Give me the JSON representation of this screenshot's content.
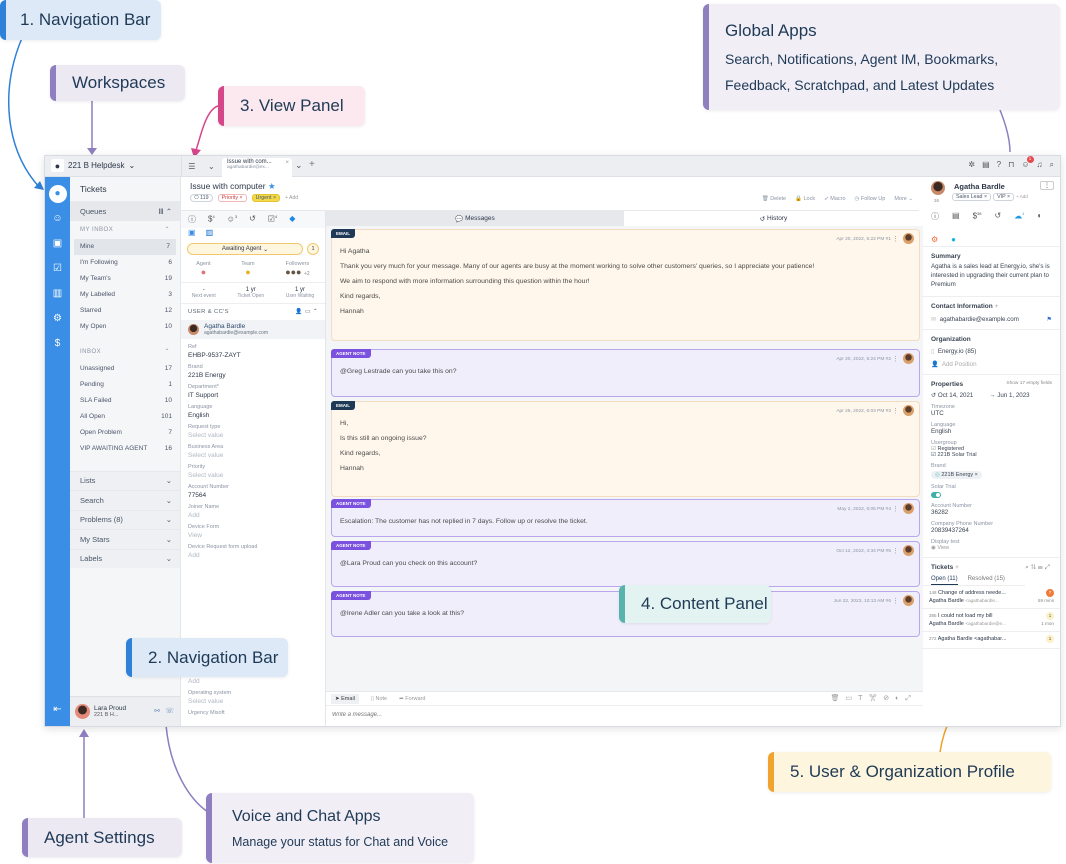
{
  "annotations": {
    "nav_bar_1": "1. Navigation Bar",
    "workspaces": "Workspaces",
    "view_panel": "3. View Panel",
    "global_apps_title": "Global Apps",
    "global_apps_line1": "Search, Notifications, Agent IM, Bookmarks,",
    "global_apps_line2": "Feedback, Scratchpad, and Latest Updates",
    "nav_bar_2": "2. Navigation Bar",
    "content_panel": "4. Content Panel",
    "profile": "5. User & Organization Profile",
    "agent_settings": "Agent Settings",
    "voice_chat_title": "Voice and Chat Apps",
    "voice_chat_desc": "Manage your status for Chat and Voice"
  },
  "colors": {
    "rail": "#3a8ee6",
    "blue_bar": "#2f80d8",
    "purple_bar": "#8f7fc0",
    "pink_bar": "#d6478a",
    "teal_bar": "#58b3aa",
    "orange_bar": "#f0a32d"
  },
  "topbar": {
    "workspace": "221 B Helpdesk",
    "tab_title": "Issue with com...",
    "tab_subtitle": "agathabardie@ex...",
    "notification_count": "1"
  },
  "nav": {
    "title": "Tickets",
    "queues": "Queues",
    "my_inbox": "MY INBOX",
    "my_inbox_items": [
      {
        "label": "Mine",
        "count": "7"
      },
      {
        "label": "I'm Following",
        "count": "6"
      },
      {
        "label": "My Team's",
        "count": "19"
      },
      {
        "label": "My Labelled",
        "count": "3"
      },
      {
        "label": "Starred",
        "count": "12"
      },
      {
        "label": "My Open",
        "count": "10"
      }
    ],
    "inbox": "INBOX",
    "inbox_items": [
      {
        "label": "Unassigned",
        "count": "17"
      },
      {
        "label": "Pending",
        "count": "1"
      },
      {
        "label": "SLA Failed",
        "count": "10"
      },
      {
        "label": "All Open",
        "count": "101"
      },
      {
        "label": "Open Problem",
        "count": "7"
      },
      {
        "label": "VIP AWAITING AGENT",
        "count": "16"
      }
    ],
    "sections": [
      "Lists",
      "Search",
      "Problems (8)",
      "My Stars",
      "Labels"
    ],
    "agent_name": "Lara Proud",
    "agent_workspace": "221 B H..."
  },
  "ticket": {
    "title": "Issue with computer",
    "id": "119",
    "labels": [
      "Priority",
      "Urgent"
    ],
    "add_label": "+ Add",
    "actions": [
      "Delete",
      "Lock",
      "Macro",
      "Follow Up",
      "More"
    ],
    "tab_badges": [
      "4",
      "3",
      "4"
    ],
    "status": "Awaiting Agent",
    "status_count": "1",
    "agent_label": "Agent",
    "team_label": "Team",
    "followers_label": "Followers",
    "followers_more": "+2",
    "stats": [
      {
        "value": "-",
        "label": "Next event"
      },
      {
        "value": "1 yr",
        "label": "Ticket Open"
      },
      {
        "value": "1 yr",
        "label": "User Waiting"
      }
    ],
    "users_heading": "USER & CC'S",
    "user_name": "Agatha Bardle",
    "user_email": "agathabardie@example.com",
    "fields": [
      {
        "label": "Ref",
        "value": "EHBP-9537-ZAYT",
        "ph": false
      },
      {
        "label": "Brand",
        "value": "221B Energy",
        "ph": false
      },
      {
        "label": "Department*",
        "value": "IT Support",
        "ph": false
      },
      {
        "label": "Language",
        "value": "English",
        "ph": false
      },
      {
        "label": "Request type",
        "value": "Select value",
        "ph": true
      },
      {
        "label": "Business Area",
        "value": "Select value",
        "ph": true
      },
      {
        "label": "Priority",
        "value": "Select value",
        "ph": true
      },
      {
        "label": "Account Number",
        "value": "77564",
        "ph": false
      },
      {
        "label": "Joiner Name",
        "value": "Add",
        "ph": true
      },
      {
        "label": "Device Form",
        "value": "View",
        "ph": true
      },
      {
        "label": "Device Request form upload",
        "value": "Add",
        "ph": true
      }
    ],
    "fields_bottom": [
      {
        "label": "",
        "value": "Add",
        "ph": true
      },
      {
        "label": "Operating system",
        "value": "Select value",
        "ph": true
      },
      {
        "label": "Urgency Misoft",
        "value": "",
        "ph": true
      }
    ]
  },
  "content": {
    "tab_messages": "Messages",
    "tab_history": "History",
    "messages": [
      {
        "type": "EMAIL",
        "meta": "Apr 20, 2022, 5:22 PM   #1",
        "lines": [
          "Hi Agatha",
          "Thank you very much for your message. Many of our agents are busy at the moment working to solve other customers' queries, so I appreciate your patience!",
          "We aim to respond with more information surrounding this question within the hour!",
          "Kind regards,",
          "Hannah"
        ]
      },
      {
        "type": "AGENT NOTE",
        "meta": "Apr 20, 2022, 5:24 PM   #2",
        "lines": [
          "@Greg Lestrade can you take this on?"
        ]
      },
      {
        "type": "EMAIL",
        "meta": "Apr 25, 2022, 6:03 PM   #3",
        "lines": [
          "Hi,",
          "Is this still an ongoing issue?",
          "Kind regards,",
          "Hannah"
        ]
      },
      {
        "type": "AGENT NOTE",
        "meta": "May 2, 2022, 6:05 PM   #4",
        "lines": [
          "Escalation: The customer has not replied in 7 days. Follow up or resolve the ticket."
        ]
      },
      {
        "type": "AGENT NOTE",
        "meta": "Oct 12, 2022, 4:34 PM   #5",
        "lines": [
          "@Lara Proud can you check on this account?"
        ]
      },
      {
        "type": "AGENT NOTE",
        "meta": "Jun 22, 2023, 10:13 AM   #6",
        "lines": [
          "@Irene Adler can you take a look at this?"
        ]
      }
    ],
    "reply_tabs": [
      "Email",
      "Note",
      "Forward"
    ],
    "reply_placeholder": "Write a message..."
  },
  "profile": {
    "name": "Agatha Bardle",
    "age": "26",
    "tags": [
      "Sales Lead",
      "VIP"
    ],
    "add_tag": "+ Add",
    "tab_badges": [
      "38",
      "1"
    ],
    "summary_heading": "Summary",
    "summary": "Agatha is a sales lead at Energy.io, she's is interested in upgrading their current plan to Premium",
    "contact_heading": "Contact Information",
    "email": "agathabardie@example.com",
    "org_heading": "Organization",
    "org": "Energy.io (85)",
    "add_position": "Add Position",
    "properties_heading": "Properties",
    "show_empty": "Show 17 empty fields",
    "date_created": "Oct 14, 2021",
    "date_updated": "Jun 1, 2023",
    "fields": [
      {
        "label": "Timezone",
        "value": "UTC"
      },
      {
        "label": "Language",
        "value": "English"
      }
    ],
    "usergroup_label": "Usergroup",
    "usergroups": [
      "Registered",
      "221B Solar Trial"
    ],
    "brand_label": "Brand",
    "brand": "221B Energy",
    "solar_label": "Solar Trial",
    "solar_on": true,
    "account_label": "Account Number",
    "account": "36282",
    "phone_label": "Company Phone Number",
    "phone": "20839437264",
    "display_label": "Display test",
    "display_value": "View",
    "tickets_heading": "Tickets",
    "tickets_tabs": [
      "Open (11)",
      "Resolved (15)"
    ],
    "tickets": [
      {
        "id": "148",
        "subject": "Change of address neede...",
        "from": "Agatha Bardle",
        "email": "<agathabardle...",
        "time": "59 mins",
        "badge": "7"
      },
      {
        "id": "385",
        "subject": "I could not load my bill",
        "from": "Agatha Bardle",
        "email": "<agathabardie@e...",
        "time": "1 mon",
        "badge": "1"
      },
      {
        "id": "272",
        "subject": "Agatha Bardle <agathabar...",
        "from": "",
        "email": "",
        "time": "",
        "badge": "1"
      }
    ]
  }
}
